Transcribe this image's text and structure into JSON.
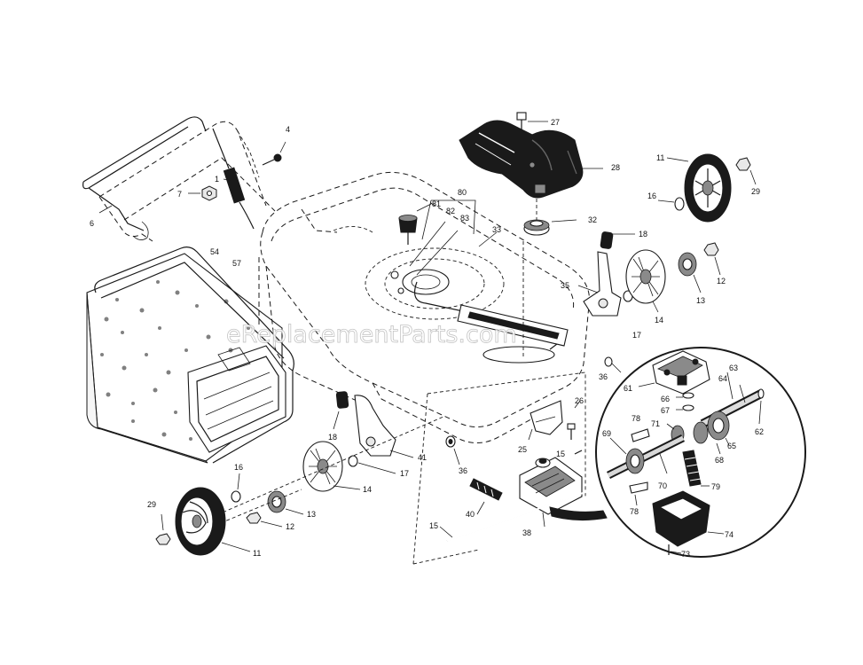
{
  "watermark": "eReplacementParts.com",
  "labels": [
    {
      "id": "p27",
      "text": "27"
    },
    {
      "id": "p28",
      "text": "28"
    },
    {
      "id": "p11r",
      "text": "11"
    },
    {
      "id": "p29r",
      "text": "29"
    },
    {
      "id": "p16r",
      "text": "16"
    },
    {
      "id": "p32",
      "text": "32"
    },
    {
      "id": "p18r",
      "text": "18"
    },
    {
      "id": "p12r",
      "text": "12"
    },
    {
      "id": "p13r",
      "text": "13"
    },
    {
      "id": "p14r",
      "text": "14"
    },
    {
      "id": "p35",
      "text": "35"
    },
    {
      "id": "p17r",
      "text": "17"
    },
    {
      "id": "p4",
      "text": "4"
    },
    {
      "id": "p1",
      "text": "1"
    },
    {
      "id": "p7",
      "text": "7"
    },
    {
      "id": "p6",
      "text": "6"
    },
    {
      "id": "p80",
      "text": "80"
    },
    {
      "id": "p81",
      "text": "81"
    },
    {
      "id": "p82",
      "text": "82"
    },
    {
      "id": "p83",
      "text": "83"
    },
    {
      "id": "p33",
      "text": "33"
    },
    {
      "id": "p54",
      "text": "54"
    },
    {
      "id": "p57",
      "text": "57"
    },
    {
      "id": "p36a",
      "text": "36"
    },
    {
      "id": "p26",
      "text": "26"
    },
    {
      "id": "p25",
      "text": "25"
    },
    {
      "id": "p15a",
      "text": "15"
    },
    {
      "id": "p36b",
      "text": "36"
    },
    {
      "id": "p18l",
      "text": "18"
    },
    {
      "id": "p41",
      "text": "41"
    },
    {
      "id": "p17l",
      "text": "17"
    },
    {
      "id": "p16l",
      "text": "16"
    },
    {
      "id": "p14l",
      "text": "14"
    },
    {
      "id": "p13l",
      "text": "13"
    },
    {
      "id": "p12l",
      "text": "12"
    },
    {
      "id": "p29l",
      "text": "29"
    },
    {
      "id": "p11l",
      "text": "11"
    },
    {
      "id": "p40",
      "text": "40"
    },
    {
      "id": "p38",
      "text": "38"
    },
    {
      "id": "p15b",
      "text": "15"
    },
    {
      "id": "p61",
      "text": "61"
    },
    {
      "id": "p63",
      "text": "63"
    },
    {
      "id": "p64",
      "text": "64"
    },
    {
      "id": "p66",
      "text": "66"
    },
    {
      "id": "p67",
      "text": "67"
    },
    {
      "id": "p62",
      "text": "62"
    },
    {
      "id": "p78a",
      "text": "78"
    },
    {
      "id": "p71",
      "text": "71"
    },
    {
      "id": "p69",
      "text": "69"
    },
    {
      "id": "p65",
      "text": "65"
    },
    {
      "id": "p68",
      "text": "68"
    },
    {
      "id": "p70",
      "text": "70"
    },
    {
      "id": "p79",
      "text": "79"
    },
    {
      "id": "p78b",
      "text": "78"
    },
    {
      "id": "p74",
      "text": "74"
    },
    {
      "id": "p73",
      "text": "73"
    }
  ]
}
